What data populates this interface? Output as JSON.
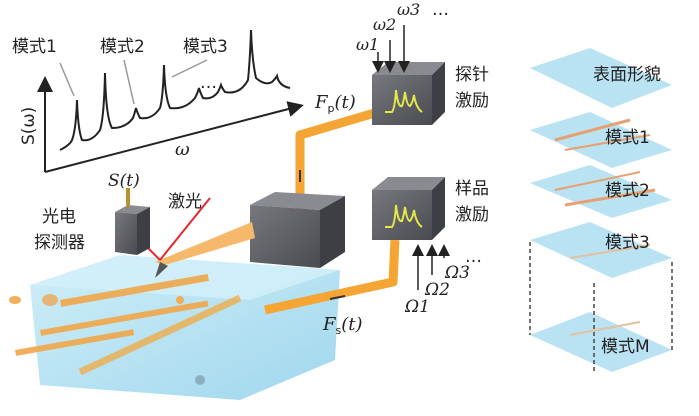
{
  "spectrum": {
    "y_label": "S(ω)",
    "x_label": "ω",
    "mode_labels": [
      "模式1",
      "模式2",
      "模式3"
    ],
    "ellipsis": "…"
  },
  "probe_excitation": {
    "label_line1": "探针",
    "label_line2": "激励",
    "force_label": "F",
    "force_sub": "p",
    "force_arg": "(t)",
    "freq_labels": [
      "ω1",
      "ω2",
      "ω3"
    ],
    "ellipsis": "…"
  },
  "sample_excitation": {
    "label_line1": "样品",
    "label_line2": "激励",
    "force_label": "F",
    "force_sub": "s",
    "force_arg": "(t)",
    "freq_labels": [
      "Ω1",
      "Ω2",
      "Ω3"
    ],
    "ellipsis": "…"
  },
  "detector": {
    "label_line1": "光电",
    "label_line2": "探测器",
    "signal_label": "S(t)",
    "laser_label": "激光"
  },
  "layers": [
    "表面形貌",
    "模式1",
    "模式2",
    "模式3",
    "模式M"
  ],
  "colors": {
    "orange": "#f5a533",
    "box": "#5a5b60",
    "slab": "#a8dcef",
    "laser": "#e8262b",
    "trace": "#e3e84a"
  }
}
